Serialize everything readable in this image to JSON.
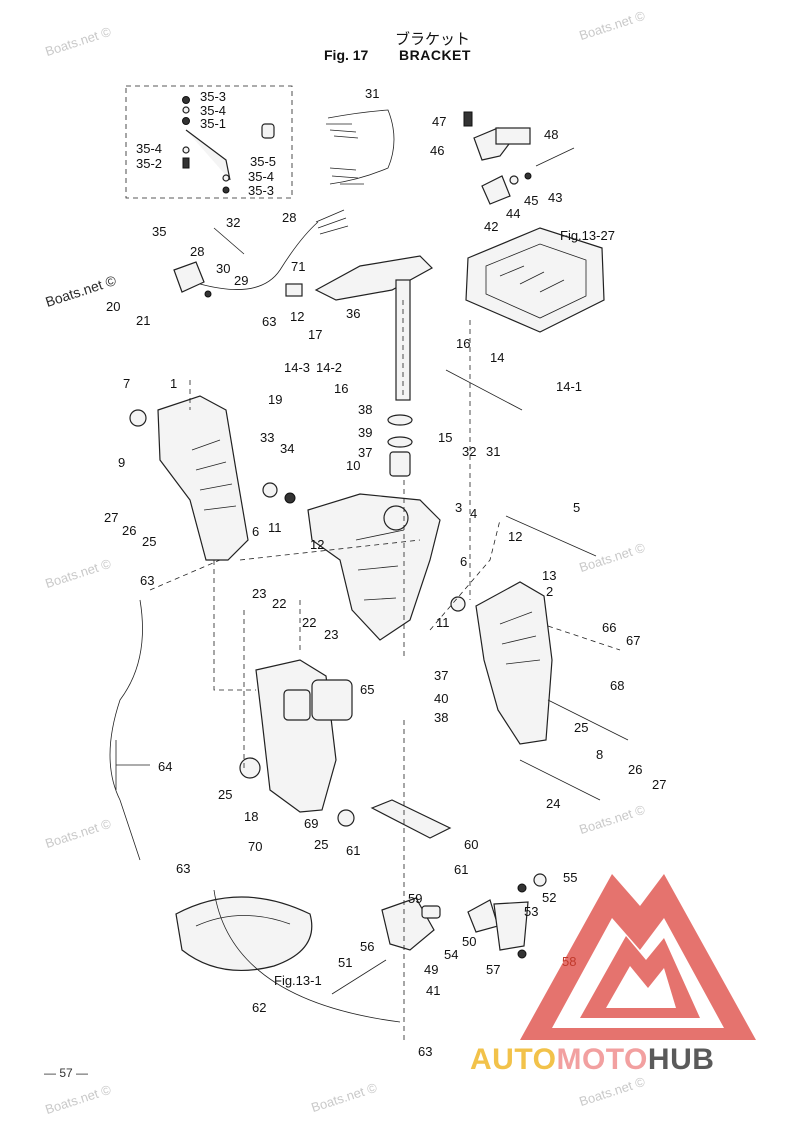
{
  "header": {
    "title_jp": "ブラケット",
    "fig_label": "Fig. 17",
    "title_en": "BRACKET"
  },
  "page_number": "— 57 —",
  "watermark_text": "Boats.net ©",
  "brand": {
    "part_a": "AUTO",
    "part_b": "MOTO",
    "part_c": "HUB"
  },
  "colors": {
    "line": "#222222",
    "watermark": "#c9c9c9",
    "logo_red": "#e05a55",
    "brand_yellow": "#f2c24a",
    "brand_pink": "#f2a0a0",
    "brand_gray": "#5a5a5a"
  },
  "callouts": {
    "c35_3a": "35-3",
    "c35_4a": "35-4",
    "c35_1": "35-1",
    "c35_4b": "35-4",
    "c35_2": "35-2",
    "c35_5": "35-5",
    "c35_4c": "35-4",
    "c35_3b": "35-3",
    "c35": "35",
    "c31": "31",
    "c47": "47",
    "c48": "48",
    "c46": "46",
    "c43": "43",
    "c44": "44",
    "c45": "45",
    "c42": "42",
    "fig13_27": "Fig.13-27",
    "c32a": "32",
    "c28a": "28",
    "c28b": "28",
    "c30": "30",
    "c71": "71",
    "c29": "29",
    "c20": "20",
    "c21": "21",
    "c63a": "63",
    "c12a": "12",
    "c17": "17",
    "c36": "36",
    "c14_3": "14-3",
    "c14_2": "14-2",
    "c16a": "16",
    "c16b": "16",
    "c14": "14",
    "c14_1": "14-1",
    "c7": "7",
    "c1": "1",
    "c19": "19",
    "c38a": "38",
    "c39": "39",
    "c15": "15",
    "c32b": "32",
    "c31b": "31",
    "c33": "33",
    "c34": "34",
    "c37a": "37",
    "c9": "9",
    "c10": "10",
    "c27a": "27",
    "c26a": "26",
    "c25a": "25",
    "c6a": "6",
    "c11a": "11",
    "c3": "3",
    "c4": "4",
    "c5": "5",
    "c12b": "12",
    "c12c": "12",
    "c13": "13",
    "c63b": "63",
    "c23a": "23",
    "c22a": "22",
    "c6b": "6",
    "c2": "2",
    "c11b": "11",
    "c22b": "22",
    "c23b": "23",
    "c66": "66",
    "c67": "67",
    "c65": "65",
    "c37b": "37",
    "c68": "68",
    "c40": "40",
    "c38b": "38",
    "c64": "64",
    "c25b": "25",
    "c8": "8",
    "c25c": "25",
    "c26b": "26",
    "c27b": "27",
    "c24": "24",
    "c18": "18",
    "c69": "69",
    "c25d": "25",
    "c70": "70",
    "c61a": "61",
    "c60": "60",
    "c61b": "61",
    "c63c": "63",
    "c55": "55",
    "c52": "52",
    "c59": "59",
    "c53": "53",
    "c56": "56",
    "c50": "50",
    "c58": "58",
    "c54": "54",
    "c49": "49",
    "c57": "57",
    "c51": "51",
    "fig13_1": "Fig.13-1",
    "c41": "41",
    "c62": "62",
    "c63d": "63"
  }
}
